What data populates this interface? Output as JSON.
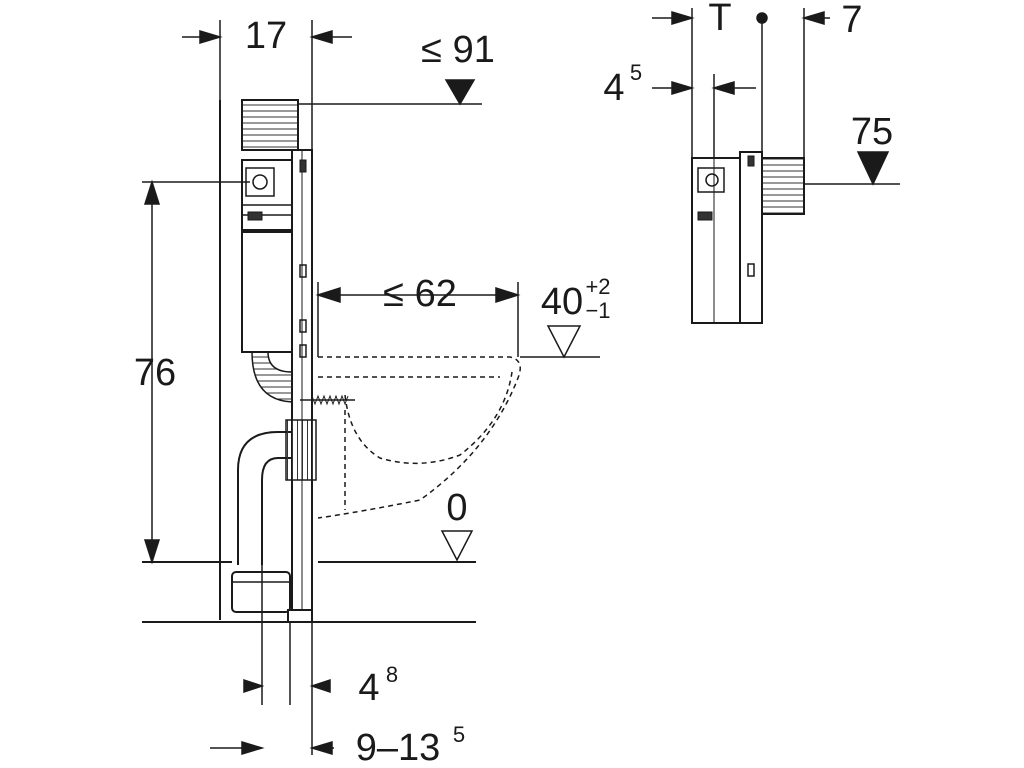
{
  "diagram": {
    "labels": {
      "frame_depth": "17",
      "height_above_floor": "≤ 91",
      "flush_plate_height": "76",
      "projection_max": "≤ 62",
      "seat_height_main": "40",
      "seat_height_sup": "+2",
      "seat_height_sub": "−1",
      "floor_level": "0",
      "drain_offset_main": "4",
      "drain_offset_sup": "8",
      "drain_range_main": "9–13",
      "drain_range_sup": "5",
      "side_left_main": "4",
      "side_left_sup": "5",
      "side_wall_thickness": "T",
      "side_right": "7",
      "side_height": "75"
    }
  }
}
